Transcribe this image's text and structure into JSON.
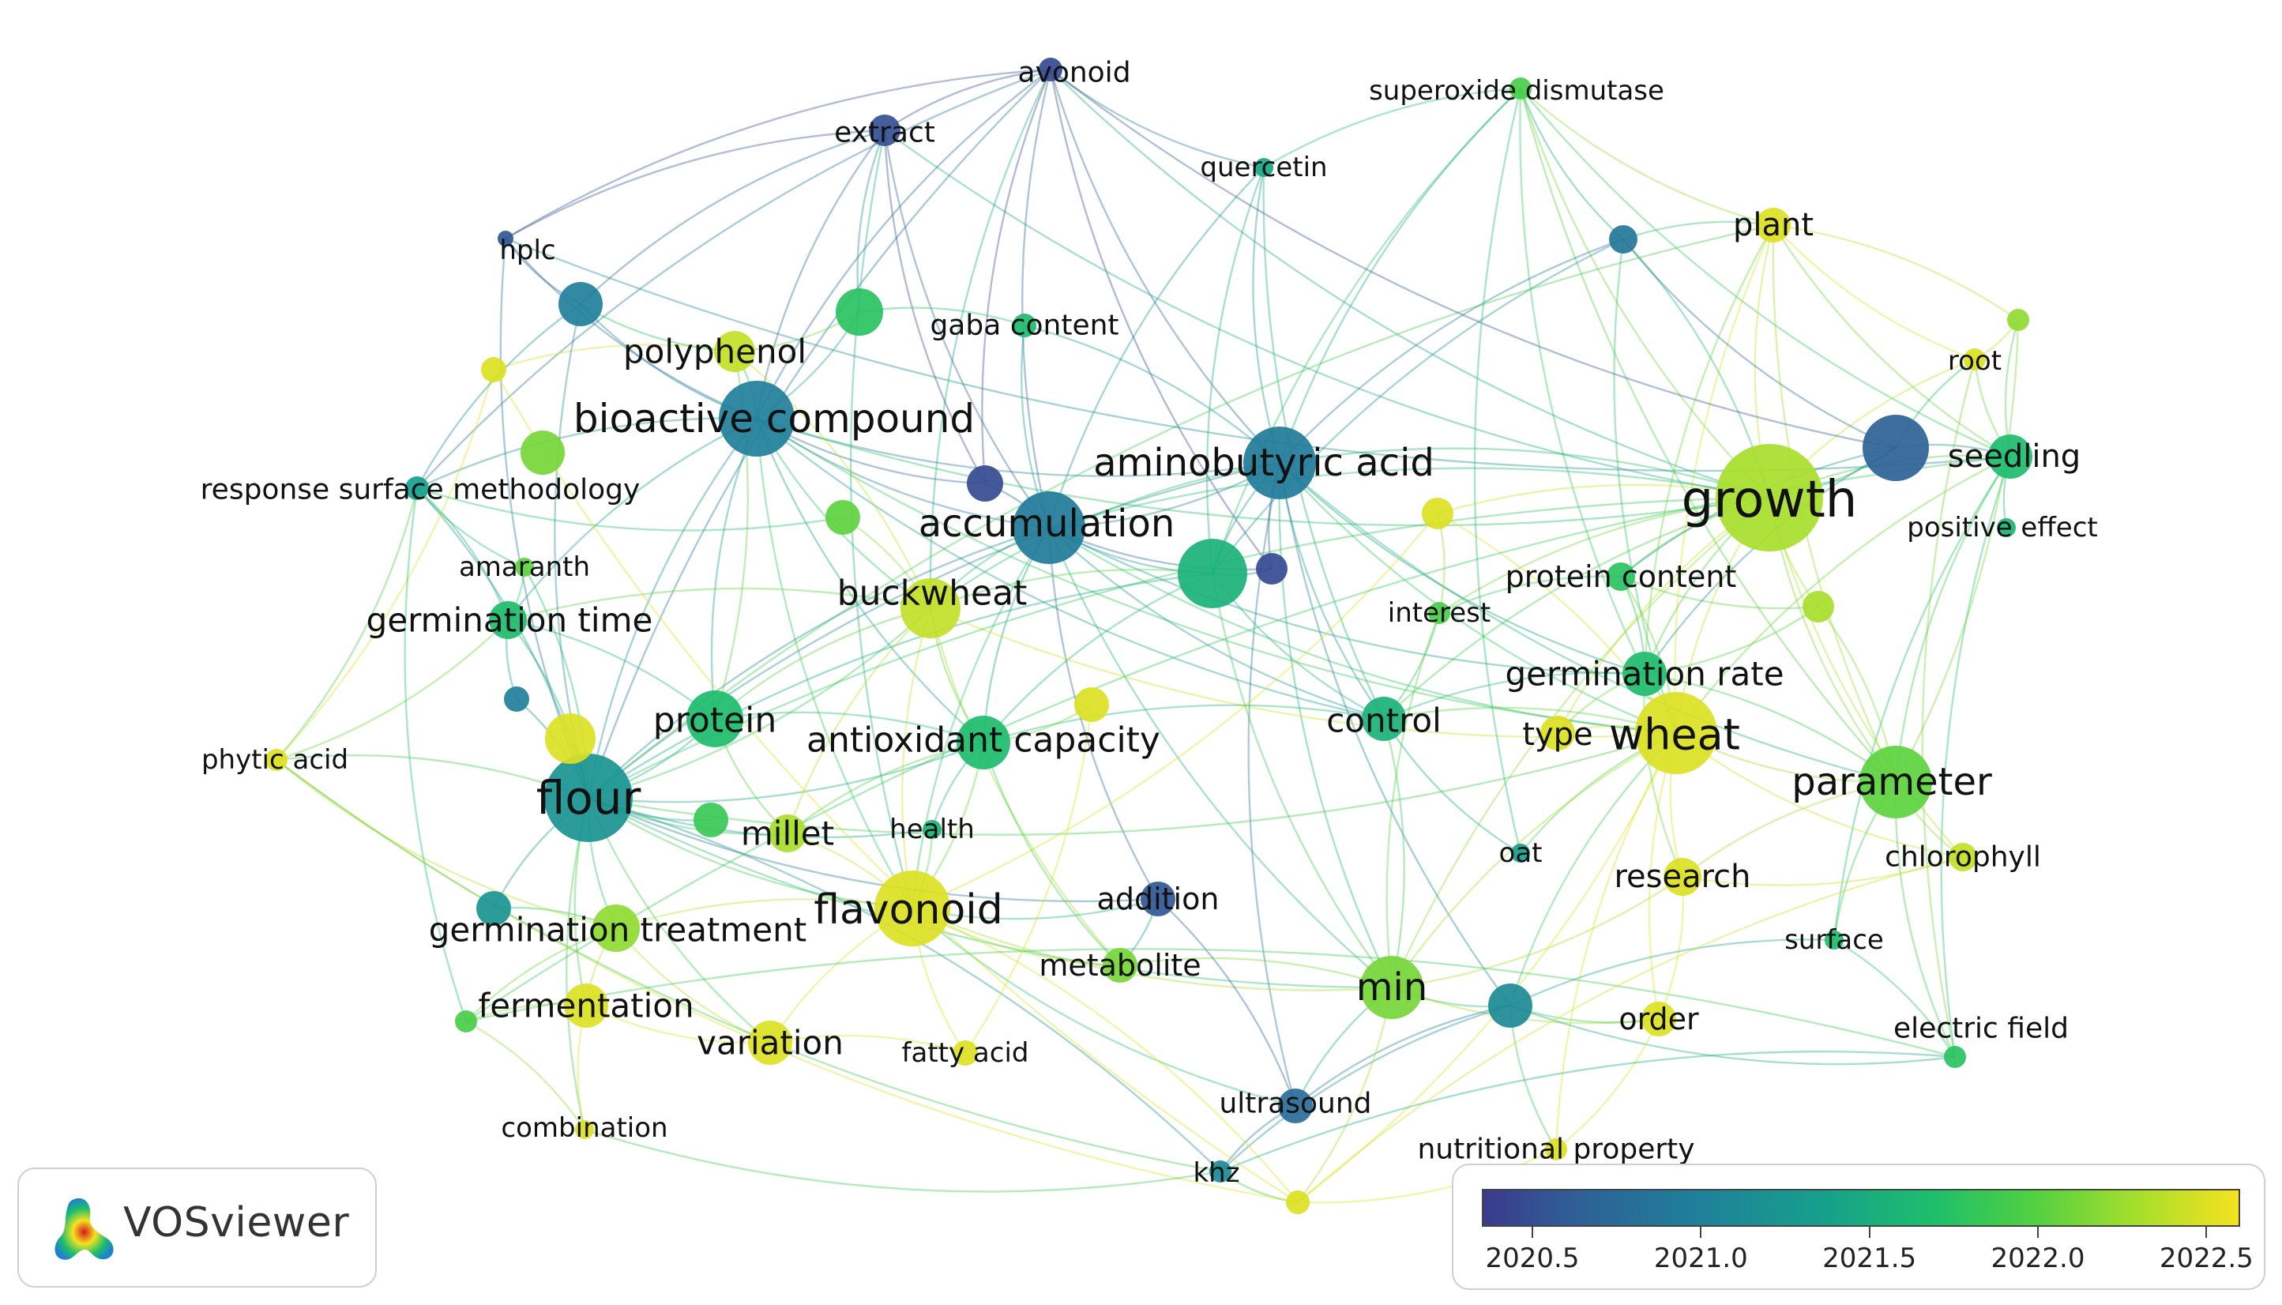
{
  "colors": {
    "scale": [
      "#3b3a8c",
      "#2f5f96",
      "#1f7f9a",
      "#16a08c",
      "#1fbf6a",
      "#52d041",
      "#a3de2d",
      "#f5e21f"
    ]
  },
  "nodes": [
    {
      "id": "flavonoid_top",
      "label": "avonoid",
      "year": 2020.5
    },
    {
      "id": "extract",
      "label": "extract",
      "year": 2020.55
    },
    {
      "id": "superoxide",
      "label": "superoxide dismutase",
      "year": 2021.9
    },
    {
      "id": "quercetin",
      "label": "quercetin",
      "year": 2021.4
    },
    {
      "id": "hplc",
      "label": "hplc",
      "year": 2020.6
    },
    {
      "id": "plant",
      "label": "plant",
      "year": 2022.5
    },
    {
      "id": "gaba",
      "label": "gaba content",
      "year": 2021.6
    },
    {
      "id": "polyphenol",
      "label": "polyphenol",
      "year": 2022.4
    },
    {
      "id": "root",
      "label": "root",
      "year": 2022.5
    },
    {
      "id": "bioactive",
      "label": "bioactive compound",
      "year": 2021.0
    },
    {
      "id": "aminobutyric",
      "label": "aminobutyric acid",
      "year": 2020.95
    },
    {
      "id": "seedling",
      "label": "seedling",
      "year": 2021.6
    },
    {
      "id": "rsm",
      "label": "response surface methodology",
      "year": 2021.3
    },
    {
      "id": "growth",
      "label": "growth",
      "year": 2022.3
    },
    {
      "id": "accumulation",
      "label": "accumulation",
      "year": 2020.95
    },
    {
      "id": "positive",
      "label": "positive effect",
      "year": 2021.5
    },
    {
      "id": "amaranth",
      "label": "amaranth",
      "year": 2022.0
    },
    {
      "id": "protein_content",
      "label": "protein content",
      "year": 2021.7
    },
    {
      "id": "buckwheat",
      "label": "buckwheat",
      "year": 2022.4
    },
    {
      "id": "interest",
      "label": "interest",
      "year": 2021.9
    },
    {
      "id": "germ_time",
      "label": "germination time",
      "year": 2021.6
    },
    {
      "id": "germ_rate",
      "label": "germination rate",
      "year": 2021.6
    },
    {
      "id": "protein",
      "label": "protein",
      "year": 2021.6
    },
    {
      "id": "antioxidant",
      "label": "antioxidant capacity",
      "year": 2021.6
    },
    {
      "id": "control",
      "label": "control",
      "year": 2021.5
    },
    {
      "id": "type",
      "label": "type",
      "year": 2022.5
    },
    {
      "id": "wheat",
      "label": "wheat",
      "year": 2022.5
    },
    {
      "id": "phytic",
      "label": "phytic acid",
      "year": 2022.5
    },
    {
      "id": "parameter",
      "label": "parameter",
      "year": 2022.0
    },
    {
      "id": "flour",
      "label": "flour",
      "year": 2021.2
    },
    {
      "id": "millet",
      "label": "millet",
      "year": 2022.3
    },
    {
      "id": "health",
      "label": "health",
      "year": 2021.5
    },
    {
      "id": "oat",
      "label": "oat",
      "year": 2021.3
    },
    {
      "id": "chlorophyll",
      "label": "chlorophyll",
      "year": 2022.4
    },
    {
      "id": "research",
      "label": "research",
      "year": 2022.5
    },
    {
      "id": "addition",
      "label": "addition",
      "year": 2020.6
    },
    {
      "id": "flavonoid",
      "label": "flavonoid",
      "year": 2022.5
    },
    {
      "id": "germ_treat",
      "label": "germination treatment",
      "year": 2022.2
    },
    {
      "id": "surface",
      "label": "surface",
      "year": 2021.6
    },
    {
      "id": "metabolite",
      "label": "metabolite",
      "year": 2022.1
    },
    {
      "id": "min",
      "label": "min",
      "year": 2022.1
    },
    {
      "id": "fermentation",
      "label": "fermentation",
      "year": 2022.5
    },
    {
      "id": "order",
      "label": "order",
      "year": 2022.5
    },
    {
      "id": "electric",
      "label": "electric field",
      "year": 2021.7
    },
    {
      "id": "variation",
      "label": "variation",
      "year": 2022.5
    },
    {
      "id": "fatty",
      "label": "fatty acid",
      "year": 2022.5
    },
    {
      "id": "ultrasound",
      "label": "ultrasound",
      "year": 2020.8
    },
    {
      "id": "combination",
      "label": "combination",
      "year": 2022.5
    },
    {
      "id": "nutritional",
      "label": "nutritional property",
      "year": 2022.5
    },
    {
      "id": "khz",
      "label": "khz",
      "year": 2021.1
    },
    {
      "id": "n_bottom",
      "label": "",
      "year": 2022.5
    },
    {
      "id": "n_topright",
      "label": "",
      "year": 2020.9
    },
    {
      "id": "n_rightmid",
      "label": "",
      "year": 2020.7
    },
    {
      "id": "n_greenR",
      "label": "",
      "year": 2022.2
    },
    {
      "id": "n_center",
      "label": "",
      "year": 2021.5
    },
    {
      "id": "n_purple1",
      "label": "",
      "year": 2020.5
    },
    {
      "id": "n_purple2",
      "label": "",
      "year": 2020.5
    },
    {
      "id": "n_yellowC",
      "label": "",
      "year": 2022.5
    },
    {
      "id": "n_gL1",
      "label": "",
      "year": 2022.1
    },
    {
      "id": "n_lime1",
      "label": "",
      "year": 2022.0
    },
    {
      "id": "n_teal1",
      "label": "",
      "year": 2021.2
    },
    {
      "id": "n_bluedot",
      "label": "",
      "year": 2021.0
    },
    {
      "id": "n_yellowL",
      "label": "",
      "year": 2022.5
    },
    {
      "id": "n_yellowF",
      "label": "",
      "year": 2022.5
    },
    {
      "id": "n_gmillet",
      "label": "",
      "year": 2021.8
    },
    {
      "id": "n_tealR",
      "label": "",
      "year": 2021.1
    },
    {
      "id": "n_gTop",
      "label": "",
      "year": 2021.7
    },
    {
      "id": "n_leftdot",
      "label": "",
      "year": 2021.9
    },
    {
      "id": "n_yellowA",
      "label": "",
      "year": 2022.5
    },
    {
      "id": "n_limeR2",
      "label": "",
      "year": 2022.3
    },
    {
      "id": "n_hplcnode",
      "label": "",
      "year": 2021.0
    }
  ],
  "links": [
    [
      "flavonoid_top",
      "extract"
    ],
    [
      "flavonoid_top",
      "hplc"
    ],
    [
      "flavonoid_top",
      "bioactive"
    ],
    [
      "flavonoid_top",
      "accumulation"
    ],
    [
      "flavonoid_top",
      "aminobutyric"
    ],
    [
      "flavonoid_top",
      "flour"
    ],
    [
      "flavonoid_top",
      "growth"
    ],
    [
      "flavonoid_top",
      "n_purple1"
    ],
    [
      "flavonoid_top",
      "n_purple2"
    ],
    [
      "flavonoid_top",
      "quercetin"
    ],
    [
      "flavonoid_top",
      "rsm"
    ],
    [
      "flavonoid_top",
      "buckwheat"
    ],
    [
      "extract",
      "hplc"
    ],
    [
      "extract",
      "bioactive"
    ],
    [
      "extract",
      "accumulation"
    ],
    [
      "extract",
      "n_purple1"
    ],
    [
      "extract",
      "flavonoid"
    ],
    [
      "extract",
      "n_hplcnode"
    ],
    [
      "extract",
      "n_gTop"
    ],
    [
      "hplc",
      "n_hplcnode"
    ],
    [
      "hplc",
      "bioactive"
    ],
    [
      "hplc",
      "flour"
    ],
    [
      "superoxide",
      "plant"
    ],
    [
      "superoxide",
      "growth"
    ],
    [
      "superoxide",
      "seedling"
    ],
    [
      "superoxide",
      "aminobutyric"
    ],
    [
      "superoxide",
      "quercetin"
    ],
    [
      "superoxide",
      "germ_rate"
    ],
    [
      "superoxide",
      "parameter"
    ],
    [
      "quercetin",
      "accumulation"
    ],
    [
      "quercetin",
      "aminobutyric"
    ],
    [
      "quercetin",
      "control"
    ],
    [
      "plant",
      "growth"
    ],
    [
      "plant",
      "root"
    ],
    [
      "plant",
      "seedling"
    ],
    [
      "plant",
      "wheat"
    ],
    [
      "plant",
      "n_topright"
    ],
    [
      "plant",
      "parameter"
    ],
    [
      "root",
      "seedling"
    ],
    [
      "root",
      "growth"
    ],
    [
      "root",
      "n_greenR"
    ],
    [
      "root",
      "n_rightmid"
    ],
    [
      "seedling",
      "growth"
    ],
    [
      "seedling",
      "positive"
    ],
    [
      "seedling",
      "n_rightmid"
    ],
    [
      "seedling",
      "parameter"
    ],
    [
      "seedling",
      "electric"
    ],
    [
      "seedling",
      "surface"
    ],
    [
      "seedling",
      "wheat"
    ],
    [
      "growth",
      "n_rightmid"
    ],
    [
      "growth",
      "wheat"
    ],
    [
      "growth",
      "parameter"
    ],
    [
      "growth",
      "germ_rate"
    ],
    [
      "growth",
      "protein_content"
    ],
    [
      "growth",
      "aminobutyric"
    ],
    [
      "growth",
      "accumulation"
    ],
    [
      "growth",
      "control"
    ],
    [
      "growth",
      "chlorophyll"
    ],
    [
      "growth",
      "min"
    ],
    [
      "growth",
      "n_topright"
    ],
    [
      "growth",
      "type"
    ],
    [
      "growth",
      "interest"
    ],
    [
      "growth",
      "n_limeR2"
    ],
    [
      "growth",
      "n_yellowC"
    ],
    [
      "n_topright",
      "n_rightmid"
    ],
    [
      "n_topright",
      "aminobutyric"
    ],
    [
      "n_topright",
      "wheat"
    ],
    [
      "n_topright",
      "n_center"
    ],
    [
      "bioactive",
      "accumulation"
    ],
    [
      "bioactive",
      "polyphenol"
    ],
    [
      "bioactive",
      "flour"
    ],
    [
      "bioactive",
      "buckwheat"
    ],
    [
      "bioactive",
      "aminobutyric"
    ],
    [
      "bioactive",
      "protein"
    ],
    [
      "bioactive",
      "germ_time"
    ],
    [
      "bioactive",
      "antioxidant"
    ],
    [
      "bioactive",
      "rsm"
    ],
    [
      "bioactive",
      "n_gTop"
    ],
    [
      "bioactive",
      "n_purple1"
    ],
    [
      "bioactive",
      "flavonoid"
    ],
    [
      "bioactive",
      "wheat"
    ],
    [
      "bioactive",
      "growth"
    ],
    [
      "bioactive",
      "control"
    ],
    [
      "accumulation",
      "aminobutyric"
    ],
    [
      "accumulation",
      "n_center"
    ],
    [
      "accumulation",
      "n_purple1"
    ],
    [
      "accumulation",
      "buckwheat"
    ],
    [
      "accumulation",
      "flavonoid"
    ],
    [
      "accumulation",
      "antioxidant"
    ],
    [
      "accumulation",
      "control"
    ],
    [
      "accumulation",
      "min"
    ],
    [
      "accumulation",
      "flour"
    ],
    [
      "accumulation",
      "germ_rate"
    ],
    [
      "accumulation",
      "wheat"
    ],
    [
      "accumulation",
      "addition"
    ],
    [
      "accumulation",
      "n_purple2"
    ],
    [
      "aminobutyric",
      "n_center"
    ],
    [
      "aminobutyric",
      "control"
    ],
    [
      "aminobutyric",
      "germ_rate"
    ],
    [
      "aminobutyric",
      "min"
    ],
    [
      "aminobutyric",
      "parameter"
    ],
    [
      "aminobutyric",
      "wheat"
    ],
    [
      "aminobutyric",
      "n_purple2"
    ],
    [
      "aminobutyric",
      "gaba"
    ],
    [
      "aminobutyric",
      "flour"
    ],
    [
      "aminobutyric",
      "buckwheat"
    ],
    [
      "aminobutyric",
      "n_tealR"
    ],
    [
      "aminobutyric",
      "ultrasound"
    ],
    [
      "n_center",
      "control"
    ],
    [
      "n_center",
      "min"
    ],
    [
      "n_center",
      "n_purple2"
    ],
    [
      "n_center",
      "buckwheat"
    ],
    [
      "n_center",
      "flour"
    ],
    [
      "n_center",
      "antioxidant"
    ],
    [
      "flour",
      "protein"
    ],
    [
      "flour",
      "millet"
    ],
    [
      "flour",
      "germ_treat"
    ],
    [
      "flour",
      "fermentation"
    ],
    [
      "flour",
      "germ_time"
    ],
    [
      "flour",
      "buckwheat"
    ],
    [
      "flour",
      "antioxidant"
    ],
    [
      "flour",
      "flavonoid"
    ],
    [
      "flour",
      "variation"
    ],
    [
      "flour",
      "n_yellowF"
    ],
    [
      "flour",
      "n_gmillet"
    ],
    [
      "flour",
      "phytic"
    ],
    [
      "flour",
      "amaranth"
    ],
    [
      "flour",
      "n_bluedot"
    ],
    [
      "flour",
      "health"
    ],
    [
      "flour",
      "addition"
    ],
    [
      "flour",
      "combination"
    ],
    [
      "flour",
      "n_teal1"
    ],
    [
      "flour",
      "wheat"
    ],
    [
      "flour",
      "min"
    ],
    [
      "flour",
      "rsm"
    ],
    [
      "buckwheat",
      "flavonoid"
    ],
    [
      "buckwheat",
      "antioxidant"
    ],
    [
      "buckwheat",
      "protein"
    ],
    [
      "buckwheat",
      "germ_time"
    ],
    [
      "buckwheat",
      "n_lime1"
    ],
    [
      "buckwheat",
      "polyphenol"
    ],
    [
      "buckwheat",
      "millet"
    ],
    [
      "buckwheat",
      "wheat"
    ],
    [
      "buckwheat",
      "metabolite"
    ],
    [
      "flavonoid",
      "antioxidant"
    ],
    [
      "flavonoid",
      "addition"
    ],
    [
      "flavonoid",
      "metabolite"
    ],
    [
      "flavonoid",
      "germ_treat"
    ],
    [
      "flavonoid",
      "variation"
    ],
    [
      "flavonoid",
      "fatty"
    ],
    [
      "flavonoid",
      "min"
    ],
    [
      "flavonoid",
      "millet"
    ],
    [
      "flavonoid",
      "health"
    ],
    [
      "flavonoid",
      "n_yellowC"
    ],
    [
      "flavonoid",
      "ultrasound"
    ],
    [
      "wheat",
      "parameter"
    ],
    [
      "wheat",
      "germ_rate"
    ],
    [
      "wheat",
      "type"
    ],
    [
      "wheat",
      "research"
    ],
    [
      "wheat",
      "oat"
    ],
    [
      "wheat",
      "order"
    ],
    [
      "wheat",
      "min"
    ],
    [
      "wheat",
      "chlorophyll"
    ],
    [
      "wheat",
      "protein_content"
    ],
    [
      "wheat",
      "control"
    ],
    [
      "wheat",
      "n_tealR"
    ],
    [
      "wheat",
      "nutritional"
    ],
    [
      "wheat",
      "n_yellowC"
    ],
    [
      "parameter",
      "chlorophyll"
    ],
    [
      "parameter",
      "surface"
    ],
    [
      "parameter",
      "electric"
    ],
    [
      "parameter",
      "research"
    ],
    [
      "parameter",
      "germ_rate"
    ],
    [
      "parameter",
      "n_greenR"
    ],
    [
      "parameter",
      "n_limeR2"
    ],
    [
      "min",
      "n_tealR"
    ],
    [
      "min",
      "metabolite"
    ],
    [
      "min",
      "ultrasound"
    ],
    [
      "min",
      "research"
    ],
    [
      "min",
      "control"
    ],
    [
      "min",
      "order"
    ],
    [
      "n_tealR",
      "ultrasound"
    ],
    [
      "n_tealR",
      "khz"
    ],
    [
      "n_tealR",
      "electric"
    ],
    [
      "n_tealR",
      "order"
    ],
    [
      "n_tealR",
      "nutritional"
    ],
    [
      "ultrasound",
      "khz"
    ],
    [
      "ultrasound",
      "addition"
    ],
    [
      "khz",
      "flour"
    ],
    [
      "khz",
      "n_bottom"
    ],
    [
      "n_bottom",
      "flavonoid"
    ],
    [
      "n_bottom",
      "min"
    ],
    [
      "n_bottom",
      "wheat"
    ],
    [
      "n_bottom",
      "nutritional"
    ],
    [
      "nutritional",
      "order"
    ],
    [
      "germ_rate",
      "protein_content"
    ],
    [
      "germ_rate",
      "type"
    ],
    [
      "germ_rate",
      "control"
    ],
    [
      "germ_rate",
      "research"
    ],
    [
      "germ_rate",
      "n_limeR2"
    ],
    [
      "protein_content",
      "interest"
    ],
    [
      "protein_content",
      "n_limeR2"
    ],
    [
      "control",
      "interest"
    ],
    [
      "control",
      "antioxidant"
    ],
    [
      "control",
      "oat"
    ],
    [
      "antioxidant",
      "protein"
    ],
    [
      "antioxidant",
      "health"
    ],
    [
      "antioxidant",
      "metabolite"
    ],
    [
      "antioxidant",
      "n_yellowA"
    ],
    [
      "antioxidant",
      "millet"
    ],
    [
      "protein",
      "germ_time"
    ],
    [
      "protein",
      "millet"
    ],
    [
      "protein",
      "polyphenol"
    ],
    [
      "germ_time",
      "amaranth"
    ],
    [
      "germ_time",
      "rsm"
    ],
    [
      "germ_time",
      "n_bluedot"
    ],
    [
      "germ_treat",
      "fermentation"
    ],
    [
      "germ_treat",
      "variation"
    ],
    [
      "germ_treat",
      "n_teal1"
    ],
    [
      "germ_treat",
      "n_leftdot"
    ],
    [
      "fermentation",
      "variation"
    ],
    [
      "fermentation",
      "combination"
    ],
    [
      "fermentation",
      "n_leftdot"
    ],
    [
      "phytic",
      "germ_time"
    ],
    [
      "phytic",
      "rsm"
    ],
    [
      "phytic",
      "germ_treat"
    ],
    [
      "phytic",
      "n_yellowL"
    ],
    [
      "rsm",
      "amaranth"
    ],
    [
      "rsm",
      "n_lime1"
    ],
    [
      "rsm",
      "n_leftdot"
    ],
    [
      "polyphenol",
      "n_gTop"
    ],
    [
      "polyphenol",
      "n_yellowL"
    ],
    [
      "gaba",
      "n_gTop"
    ],
    [
      "gaba",
      "accumulation"
    ],
    [
      "n_hplcnode",
      "bioactive"
    ],
    [
      "n_hplcnode",
      "flour"
    ],
    [
      "n_hplcnode",
      "polyphenol"
    ],
    [
      "n_hplcnode",
      "rsm"
    ],
    [
      "electric",
      "surface"
    ],
    [
      "electric",
      "n_leftdot"
    ],
    [
      "order",
      "research"
    ],
    [
      "research",
      "chlorophyll"
    ],
    [
      "interest",
      "min"
    ],
    [
      "interest",
      "n_yellowC"
    ],
    [
      "metabolite",
      "addition"
    ],
    [
      "fatty",
      "variation"
    ],
    [
      "fatty",
      "n_yellowA"
    ],
    [
      "combination",
      "n_leftdot"
    ],
    [
      "n_greenR",
      "seedling"
    ],
    [
      "n_greenR",
      "plant"
    ],
    [
      "n_rightmid",
      "protein_content"
    ],
    [
      "n_rightmid",
      "germ_rate"
    ],
    [
      "superoxide",
      "n_topright"
    ],
    [
      "superoxide",
      "n_center"
    ],
    [
      "quercetin",
      "n_center"
    ],
    [
      "plant",
      "flour"
    ],
    [
      "growth",
      "flour"
    ],
    [
      "seedling",
      "n_leftdot"
    ],
    [
      "phytic",
      "n_bottom"
    ],
    [
      "hplc",
      "seedling"
    ],
    [
      "flavonoid_top",
      "n_rightmid"
    ],
    [
      "extract",
      "growth"
    ],
    [
      "root",
      "electric"
    ],
    [
      "plant",
      "germ_rate"
    ],
    [
      "superoxide",
      "oat"
    ],
    [
      "phytic",
      "khz"
    ],
    [
      "n_yellowL",
      "n_bottom"
    ],
    [
      "combination",
      "khz"
    ],
    [
      "electric",
      "khz"
    ],
    [
      "surface",
      "n_tealR"
    ],
    [
      "chlorophyll",
      "n_bottom"
    ]
  ],
  "legend": {
    "ticks": [
      "2020.5",
      "2021.0",
      "2021.5",
      "2022.0",
      "2022.5"
    ],
    "min": 2020.35,
    "max": 2022.6
  },
  "logo": {
    "text": "VOSviewer"
  }
}
